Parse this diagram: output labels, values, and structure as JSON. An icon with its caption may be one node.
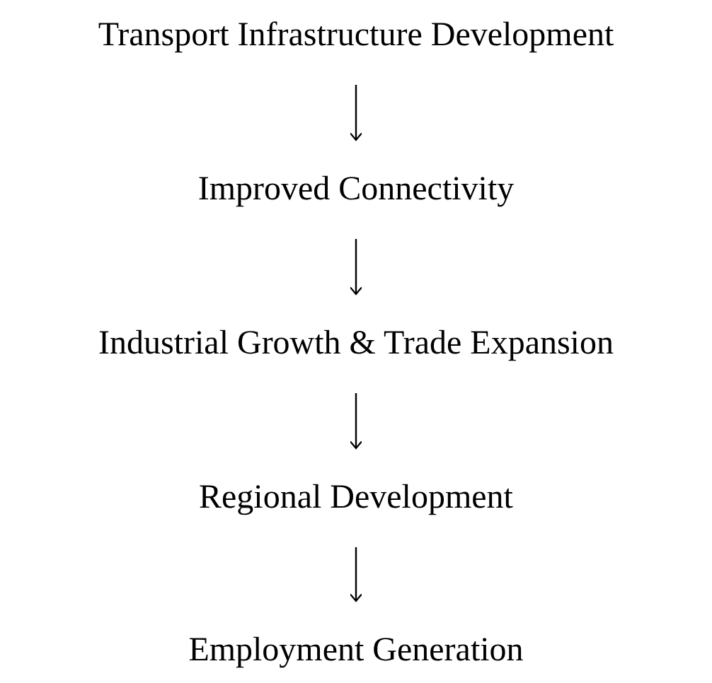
{
  "diagram": {
    "nodes": [
      {
        "text": [
          "Transport Infrastructure Development"
        ]
      },
      {
        "text": [
          "Improved Connectivity"
        ]
      },
      {
        "text": [
          "Industrial Growth & Trade Expansion"
        ]
      },
      {
        "text": [
          "Regional Development"
        ]
      },
      {
        "text": [
          "Employment Generation"
        ]
      }
    ],
    "edges": [
      {
        "from": 0,
        "to": 1,
        "arrow": "to"
      },
      {
        "from": 1,
        "to": 2,
        "arrow": "to"
      },
      {
        "from": 2,
        "to": 3,
        "arrow": "to"
      },
      {
        "from": 3,
        "to": 4,
        "arrow": "to"
      }
    ]
  }
}
